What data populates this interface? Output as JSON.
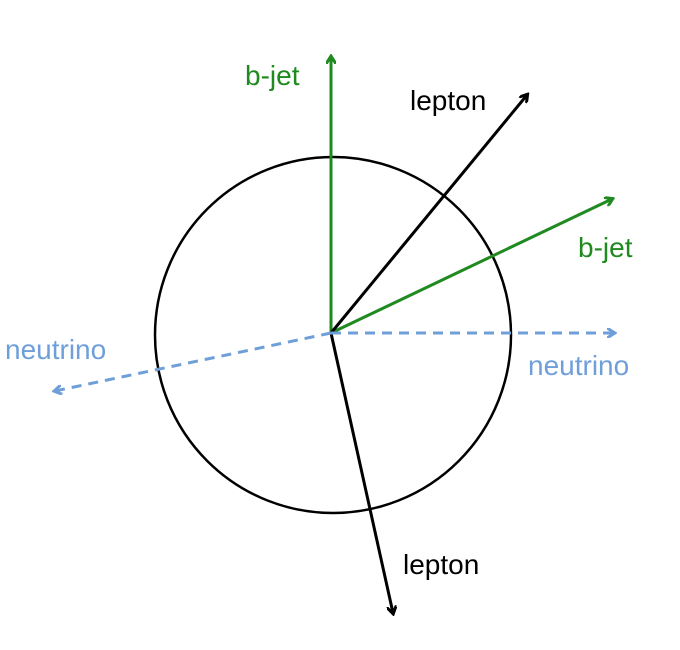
{
  "colors": {
    "bjet": "#1f8a1f",
    "lepton": "#000000",
    "neutrino": "#6f9fd8",
    "circle": "#000000"
  },
  "labels": {
    "bjet_top": "b-jet",
    "bjet_right": "b-jet",
    "lepton_top": "lepton",
    "lepton_bottom": "lepton",
    "neutrino_left": "neutrino",
    "neutrino_right": "neutrino"
  }
}
